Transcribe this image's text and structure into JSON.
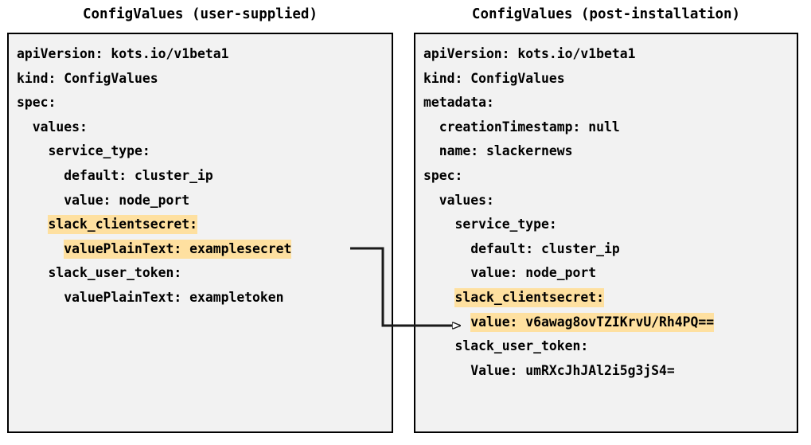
{
  "panels": {
    "left": {
      "title": "ConfigValues (user-supplied)",
      "lines": [
        {
          "text": "apiVersion: kots.io/v1beta1",
          "highlight": false
        },
        {
          "text": "kind: ConfigValues",
          "highlight": false
        },
        {
          "text": "spec:",
          "highlight": false
        },
        {
          "text": "  values:",
          "highlight": false
        },
        {
          "text": "    service_type:",
          "highlight": false
        },
        {
          "text": "      default: cluster_ip",
          "highlight": false
        },
        {
          "text": "      value: node_port",
          "highlight": false
        },
        {
          "text": "    slack_clientsecret:",
          "highlight": true
        },
        {
          "text": "      valuePlainText: examplesecret",
          "highlight": true
        },
        {
          "text": "    slack_user_token:",
          "highlight": false
        },
        {
          "text": "      valuePlainText: exampletoken",
          "highlight": false
        }
      ]
    },
    "right": {
      "title": "ConfigValues (post-installation)",
      "lines": [
        {
          "text": "apiVersion: kots.io/v1beta1",
          "highlight": false
        },
        {
          "text": "kind: ConfigValues",
          "highlight": false
        },
        {
          "text": "metadata:",
          "highlight": false
        },
        {
          "text": "  creationTimestamp: null",
          "highlight": false
        },
        {
          "text": "  name: slackernews",
          "highlight": false
        },
        {
          "text": "spec:",
          "highlight": false
        },
        {
          "text": "  values:",
          "highlight": false
        },
        {
          "text": "    service_type:",
          "highlight": false
        },
        {
          "text": "      default: cluster_ip",
          "highlight": false
        },
        {
          "text": "      value: node_port",
          "highlight": false
        },
        {
          "text": "    slack_clientsecret:",
          "highlight": true
        },
        {
          "text": "      value: v6awag8ovTZIKrvU/Rh4PQ==",
          "highlight": true
        },
        {
          "text": "    slack_user_token:",
          "highlight": false
        },
        {
          "text": "      Value: umRXcJhJAl2i5g3jS4=",
          "highlight": false
        }
      ]
    }
  },
  "connector": {
    "label": "examplesecret-to-encrypted-value-arrow",
    "from": "left.lines.8",
    "to": "right.lines.11"
  },
  "colors": {
    "highlight": "#fee0a0",
    "box_background": "#f2f2f2",
    "border": "#000000",
    "text": "#000000",
    "page_background": "#ffffff"
  }
}
